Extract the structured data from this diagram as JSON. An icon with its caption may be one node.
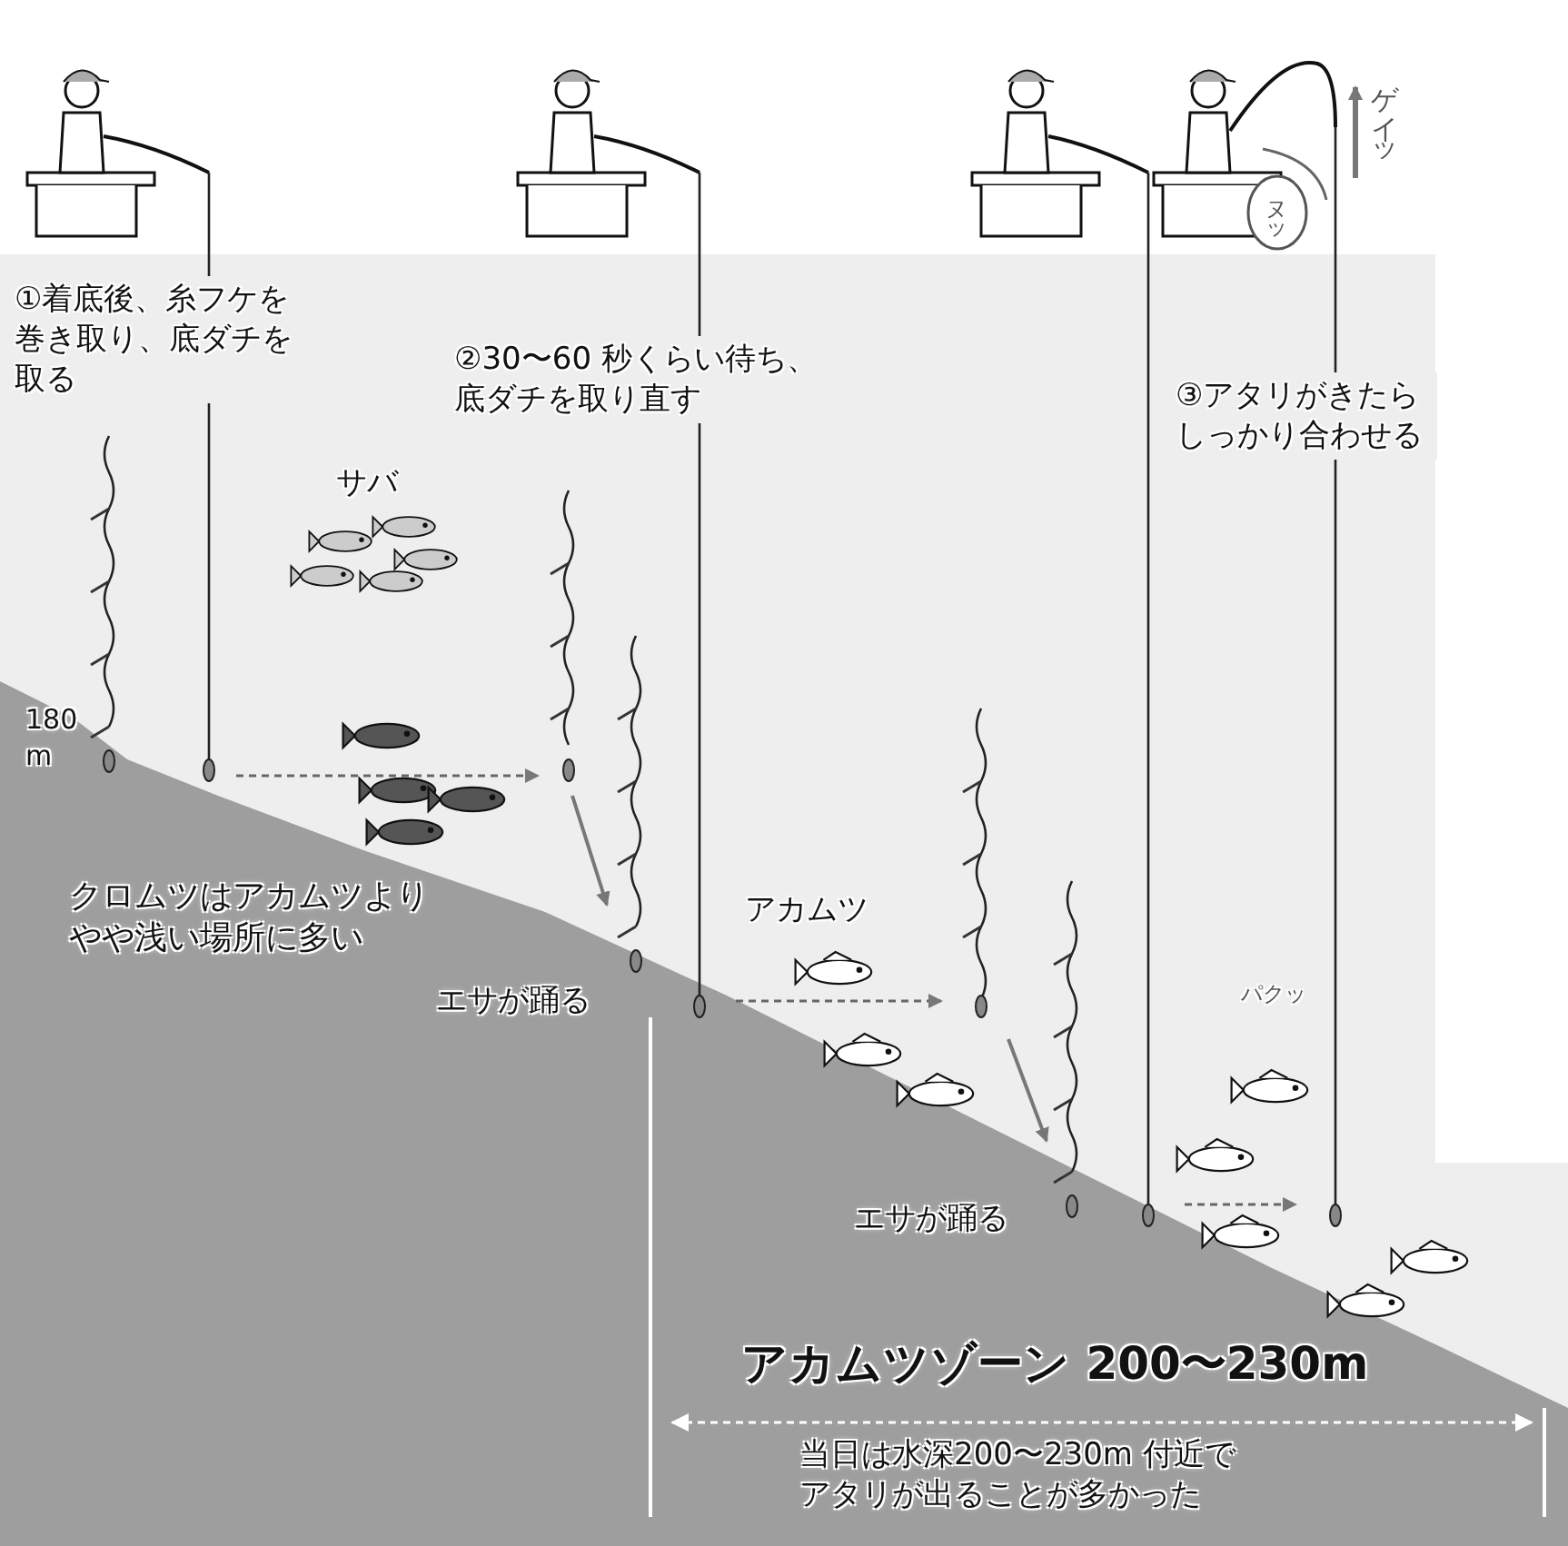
{
  "diagram": {
    "labels": [
      "①着底後、糸フケを巻き取り、底ダチを取る",
      "②30〜60 秒くらい待ち、底ダチを取り直す",
      "ゲイッ",
      "ヌッ",
      "③アタリがきたらしっかり合わせる",
      "サバ",
      "180 m",
      "クロムツはアカムツよりやや浅い場所に多い",
      "エサが踊る",
      "アカムツ",
      "パクッ",
      "エサが踊る",
      "アカムツゾーン 200〜230m",
      "当日は水深200〜230m 付近でアタリが出ることが多かった"
    ]
  }
}
